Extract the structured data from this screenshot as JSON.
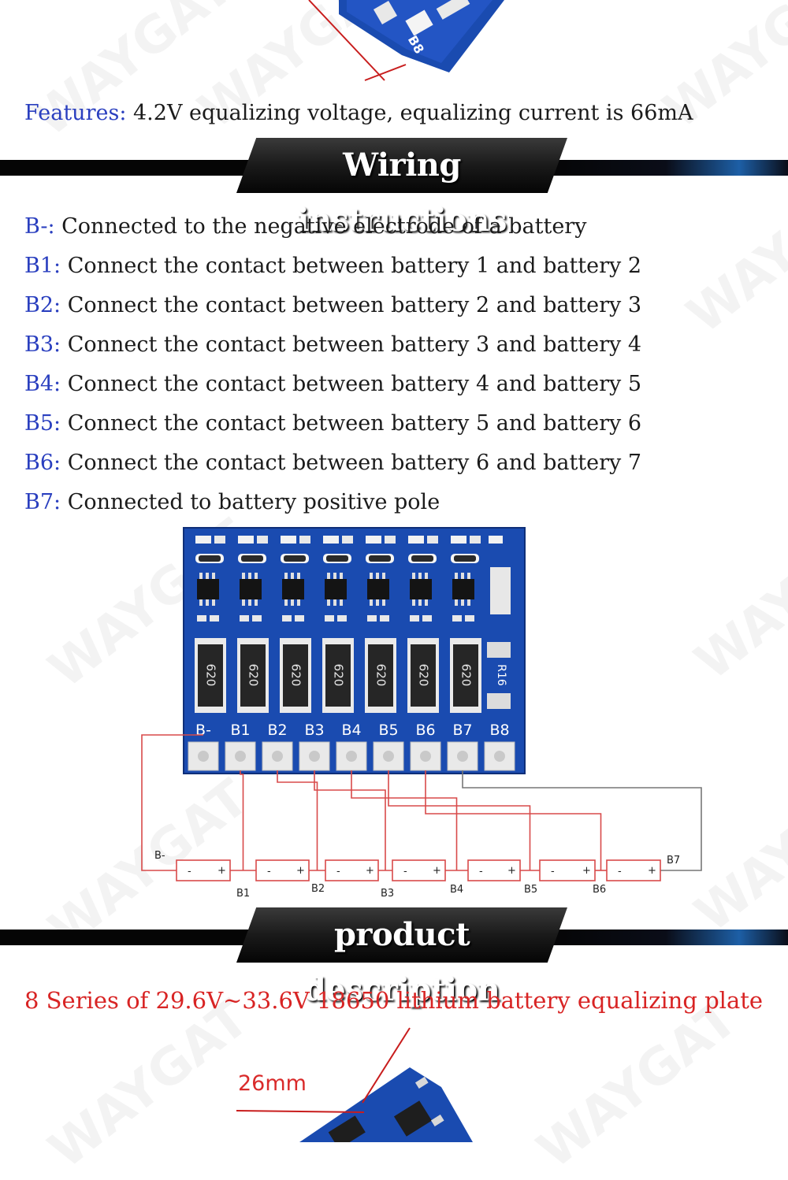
{
  "watermark": "WAYGAT",
  "features": {
    "label": "Features:",
    "text": " 4.2V equalizing voltage, equalizing current is 66mA"
  },
  "sections": {
    "wiring": "Wiring instructions",
    "product": "product description"
  },
  "wiring_lines": [
    {
      "key": "B-:",
      "text": " Connected to the negative electrode of a battery"
    },
    {
      "key": "B1:",
      "text": " Connect the contact between battery 1 and battery 2"
    },
    {
      "key": "B2:",
      "text": " Connect the contact between battery 2 and battery 3"
    },
    {
      "key": "B3:",
      "text": " Connect the contact between battery 3 and battery 4"
    },
    {
      "key": "B4:",
      "text": " Connect the contact between battery 4 and battery 5"
    },
    {
      "key": "B5:",
      "text": " Connect the contact between battery 5 and battery 6"
    },
    {
      "key": "B6:",
      "text": " Connect the contact between battery 6 and battery 7"
    },
    {
      "key": "B7:",
      "text": " Connected to battery positive pole"
    }
  ],
  "pcb": {
    "resistor_code": "620",
    "spare_resistor": "R16",
    "pad_labels": [
      "B-",
      "B1",
      "B2",
      "B3",
      "B4",
      "B5",
      "B6",
      "B7",
      "B8"
    ],
    "diagram_labels": [
      "B-",
      "B1",
      "B2",
      "B3",
      "B4",
      "B5",
      "B6",
      "B7"
    ],
    "minus": "-",
    "plus": "+"
  },
  "top_board_label": "B8",
  "headline": "8 Series of 29.6V~33.6V 18650 lithium battery equalizing plate",
  "dimension": "26mm",
  "colors": {
    "key_blue": "#2a3fbf",
    "accent_red": "#d82424",
    "pcb_blue": "#1a4bb0"
  }
}
